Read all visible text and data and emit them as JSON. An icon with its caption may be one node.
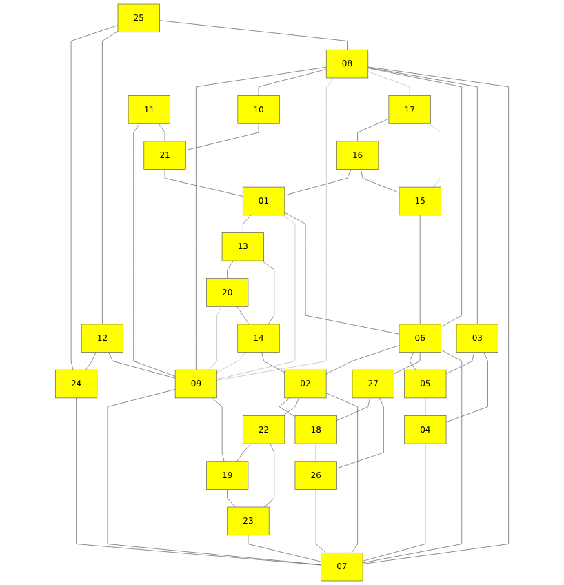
{
  "diagram": {
    "nodes": [
      {
        "text": [
          "25"
        ]
      },
      {
        "text": [
          "12"
        ]
      },
      {
        "text": [
          "08"
        ]
      },
      {
        "text": [
          "17"
        ]
      },
      {
        "text": [
          "10"
        ]
      },
      {
        "text": [
          "16"
        ]
      },
      {
        "text": [
          "15"
        ]
      },
      {
        "text": [
          "03"
        ]
      },
      {
        "text": [
          "11"
        ]
      },
      {
        "text": [
          "21"
        ]
      },
      {
        "text": [
          "01"
        ]
      },
      {
        "text": [
          "06"
        ]
      },
      {
        "text": [
          "05"
        ]
      },
      {
        "text": [
          "04"
        ]
      },
      {
        "text": [
          "13"
        ]
      },
      {
        "text": [
          "27"
        ]
      },
      {
        "text": [
          "20"
        ]
      },
      {
        "text": [
          "14"
        ]
      },
      {
        "text": [
          "02"
        ]
      },
      {
        "text": [
          "18"
        ]
      },
      {
        "text": [
          "26"
        ]
      },
      {
        "text": [
          "22"
        ]
      },
      {
        "text": [
          "09"
        ]
      },
      {
        "text": [
          "19"
        ]
      },
      {
        "text": [
          "23"
        ]
      },
      {
        "text": [
          "24"
        ]
      },
      {
        "text": [
          "07"
        ]
      }
    ],
    "edges": [
      {
        "from": 0,
        "to": 25,
        "arrow": "none"
      },
      {
        "from": 0,
        "to": 1,
        "arrow": "none"
      },
      {
        "from": 1,
        "to": 25,
        "arrow": "none"
      },
      {
        "from": 1,
        "to": 22,
        "arrow": "none"
      },
      {
        "from": 0,
        "to": 2,
        "arrow": "none"
      },
      {
        "from": 2,
        "to": 22,
        "arrow": "none"
      },
      {
        "from": 22,
        "to": 26,
        "arrow": "none"
      },
      {
        "from": 2,
        "to": 4,
        "arrow": "none"
      },
      {
        "from": 4,
        "to": 9,
        "arrow": "none"
      },
      {
        "from": 8,
        "to": 22,
        "arrow": "none"
      },
      {
        "from": 8,
        "to": 9,
        "arrow": "none"
      },
      {
        "from": 9,
        "to": 10,
        "arrow": "none"
      },
      {
        "from": 2,
        "to": 22,
        "arrow": "none",
        "color": "#bbbbbb"
      },
      {
        "from": 2,
        "to": 3,
        "arrow": "none",
        "color": "#bbbbbb"
      },
      {
        "from": 3,
        "to": 5,
        "arrow": "none"
      },
      {
        "from": 5,
        "to": 10,
        "arrow": "none"
      },
      {
        "from": 10,
        "to": 14,
        "arrow": "none"
      },
      {
        "from": 14,
        "to": 16,
        "arrow": "none"
      },
      {
        "from": 16,
        "to": 22,
        "arrow": "none",
        "color": "#bbbbbb"
      },
      {
        "from": 3,
        "to": 6,
        "arrow": "none",
        "color": "#bbbbbb"
      },
      {
        "from": 14,
        "to": 17,
        "arrow": "none"
      },
      {
        "from": 17,
        "to": 22,
        "arrow": "none",
        "color": "#bbbbbb"
      },
      {
        "from": 10,
        "to": 22,
        "arrow": "none",
        "color": "#bbbbbb"
      },
      {
        "from": 5,
        "to": 6,
        "arrow": "none"
      },
      {
        "from": 6,
        "to": 11,
        "arrow": "none"
      },
      {
        "from": 11,
        "to": 18,
        "arrow": "none"
      },
      {
        "from": 2,
        "to": 11,
        "arrow": "none"
      },
      {
        "from": 2,
        "to": 7,
        "arrow": "none"
      },
      {
        "from": 2,
        "to": 26,
        "arrow": "none"
      },
      {
        "from": 7,
        "to": 12,
        "arrow": "none"
      },
      {
        "from": 7,
        "to": 13,
        "arrow": "none"
      },
      {
        "from": 12,
        "to": 13,
        "arrow": "none"
      },
      {
        "from": 11,
        "to": 12,
        "arrow": "none"
      },
      {
        "from": 10,
        "to": 11,
        "arrow": "none"
      },
      {
        "from": 11,
        "to": 15,
        "arrow": "none"
      },
      {
        "from": 11,
        "to": 26,
        "arrow": "none"
      },
      {
        "from": 13,
        "to": 26,
        "arrow": "none"
      },
      {
        "from": 15,
        "to": 19,
        "arrow": "none"
      },
      {
        "from": 15,
        "to": 20,
        "arrow": "none"
      },
      {
        "from": 20,
        "to": 26,
        "arrow": "none"
      },
      {
        "from": 16,
        "to": 17,
        "arrow": "none"
      },
      {
        "from": 17,
        "to": 18,
        "arrow": "none"
      },
      {
        "from": 18,
        "to": 19,
        "arrow": "none"
      },
      {
        "from": 19,
        "to": 20,
        "arrow": "none"
      },
      {
        "from": 18,
        "to": 21,
        "arrow": "none"
      },
      {
        "from": 18,
        "to": 26,
        "arrow": "none"
      },
      {
        "from": 21,
        "to": 23,
        "arrow": "none"
      },
      {
        "from": 21,
        "to": 24,
        "arrow": "none"
      },
      {
        "from": 22,
        "to": 23,
        "arrow": "none"
      },
      {
        "from": 23,
        "to": 24,
        "arrow": "none"
      },
      {
        "from": 24,
        "to": 26,
        "arrow": "none"
      },
      {
        "from": 25,
        "to": 26,
        "arrow": "none"
      }
    ]
  }
}
